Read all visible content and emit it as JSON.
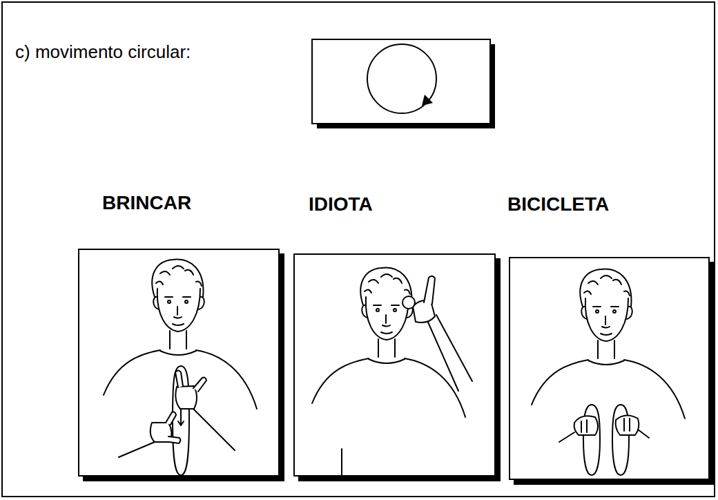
{
  "diagram": {
    "nodes": [
      {
        "text": [
          "c) movimento circular:"
        ]
      },
      {
        "text": [
          "BRINCAR"
        ],
        "in": 0
      },
      {
        "text": [
          "IDIOTA"
        ],
        "in": 0
      },
      {
        "text": [
          "BICICLETA"
        ],
        "in": 0
      }
    ]
  }
}
